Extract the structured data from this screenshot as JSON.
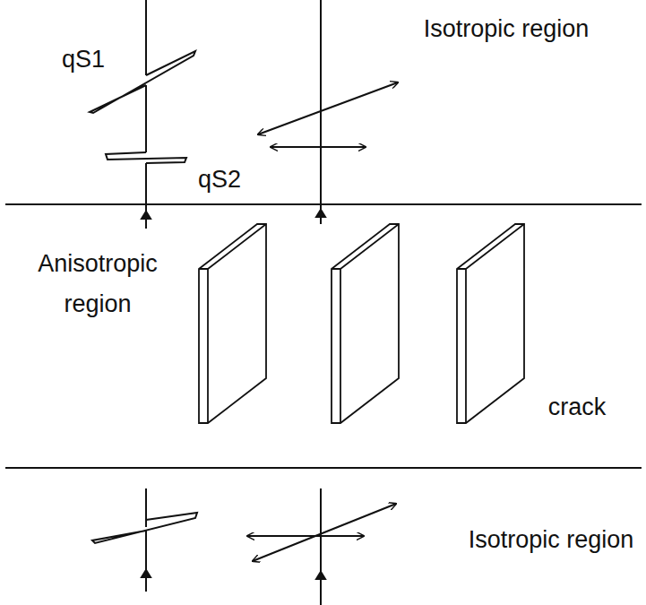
{
  "diagram": {
    "labels": [
      "Isotropic region",
      "qS1",
      "qS2",
      "Anisotropic region",
      "crack",
      "Isotropic region"
    ]
  }
}
